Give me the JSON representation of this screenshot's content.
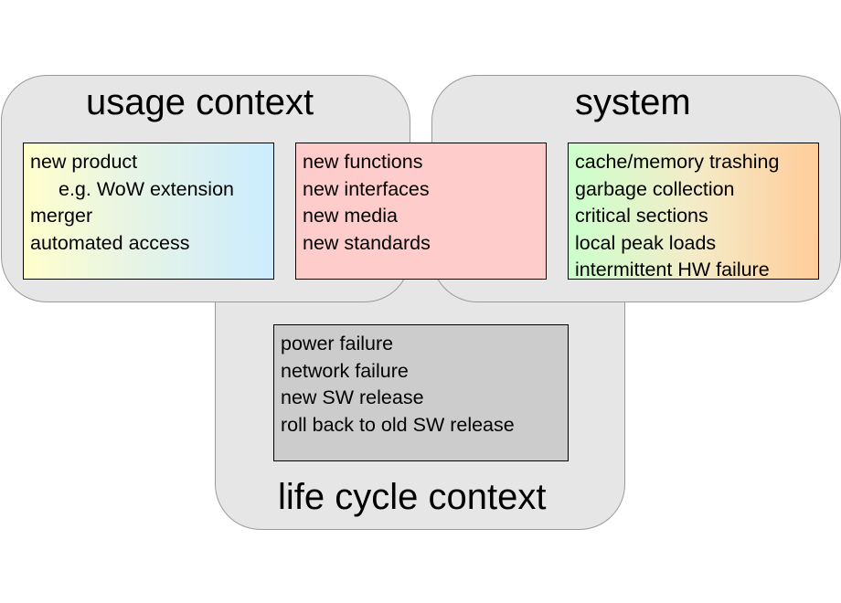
{
  "usage_context": {
    "title": "usage context",
    "items": [
      "new product",
      "e.g. WoW extension",
      "merger",
      "automated access"
    ]
  },
  "shared": {
    "items": [
      "new functions",
      "new interfaces",
      "new media",
      "new standards"
    ]
  },
  "system": {
    "title": "system",
    "items": [
      "cache/memory trashing",
      "garbage collection",
      "critical sections",
      "local peak loads",
      "intermittent HW failure"
    ]
  },
  "life_cycle_context": {
    "title": "life cycle context",
    "items": [
      "power failure",
      "network failure",
      "new SW release",
      "roll back to old SW release"
    ]
  },
  "colors": {
    "blob_fill": "#e6e6e6",
    "shared_box": "#ffcccc",
    "lifecycle_box": "#cccccc"
  }
}
